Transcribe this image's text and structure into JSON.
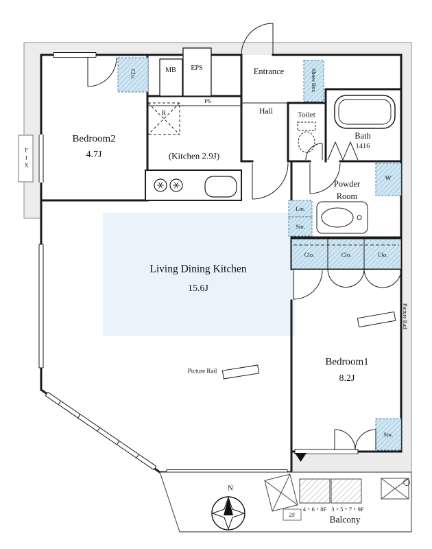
{
  "plan": {
    "rooms": {
      "bedroom2_name": "Bedroom2",
      "bedroom2_size": "4.7J",
      "kitchen_label": "(Kitchen 2.9J)",
      "ldk_name": "Living Dining Kitchen",
      "ldk_size": "15.6J",
      "bedroom1_name": "Bedroom1",
      "bedroom1_size": "8.2J",
      "entrance": "Entrance",
      "hall": "Hall",
      "toilet": "Toilet",
      "bath_name": "Bath",
      "bath_size": "1416",
      "powder_line1": "Powder",
      "powder_line2": "Room",
      "balcony": "Balcony"
    },
    "storage": {
      "closet_bedroom2": "Clo.",
      "shoes_box": "Shoes Box",
      "linen": "Lin.",
      "storage_hall": "Sto.",
      "closet_1": "Clo.",
      "closet_2": "Clo.",
      "closet_3": "Clo.",
      "washer": "W",
      "storage_bedroom1": "Sto."
    },
    "utilities": {
      "meter_box": "MB",
      "eps": "EPS",
      "pipe_space": "PS",
      "refrigerator": "R"
    },
    "annotations": {
      "fix_window": "FIX",
      "picture_rail_ldk": "Picture Rail",
      "picture_rail_bedroom1": "Picture Rail",
      "balcony_floors_left": "4・6・8F",
      "balcony_floors_right": "3・5・7・9F",
      "balcony_floor_2f": "2F",
      "compass_north": "N"
    }
  },
  "colors": {
    "wall": "#1a1a1a",
    "closet_fill": "#cfe6f3",
    "closet_hatch": "#8db8d4",
    "ldk_highlight": "#e9f3fa",
    "outer_band": "#ececec"
  }
}
